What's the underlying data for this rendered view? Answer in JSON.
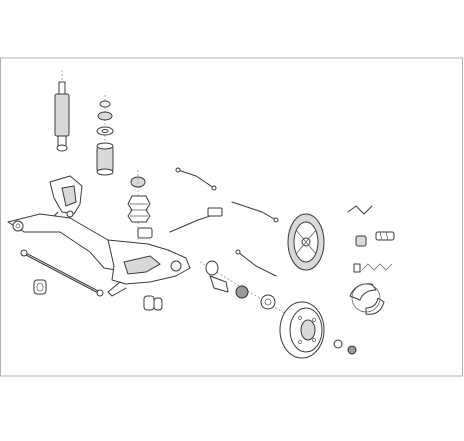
{
  "diagram": {
    "kind": "exploded-view",
    "colors": {
      "background": "#ffffff",
      "frame": "#b0b0b0",
      "stroke": "#3a3a3a",
      "fill_light": "#ffffff",
      "fill_shade": "#d9d9d9",
      "fill_dark": "#9a9a9a"
    },
    "components": [
      "shock-absorber",
      "top-mount-washers",
      "bump-stop",
      "coil-spring-seat",
      "rear-axle-beam",
      "trailing-arm-bracket",
      "axle-bushings",
      "brake-hose-lines",
      "wheel-cylinder",
      "backing-plate",
      "brake-drum",
      "wheel-hub",
      "wheel-bearing",
      "brake-shoes",
      "shoe-springs",
      "adjuster",
      "stabilizer-link",
      "hub-nut"
    ]
  }
}
